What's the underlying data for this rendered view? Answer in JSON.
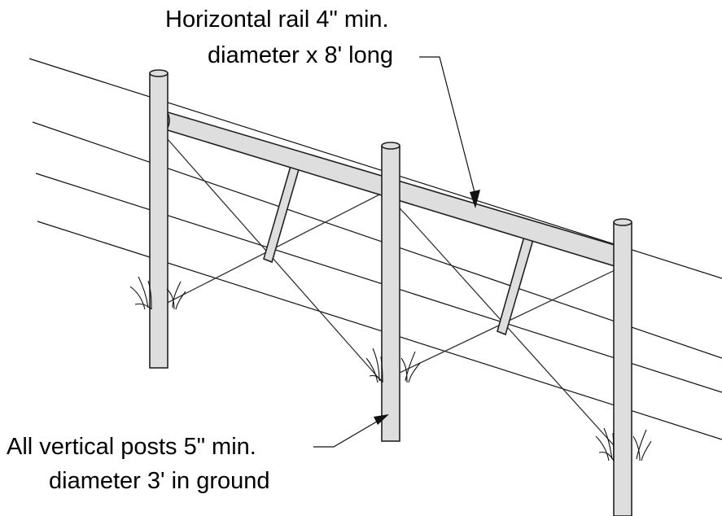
{
  "labels": {
    "rail_line1": "Horizontal rail 4\" min.",
    "rail_line2": "diameter x 8' long",
    "posts_line1": "All vertical posts 5\" min.",
    "posts_line2": "diameter 3' in ground"
  },
  "colors": {
    "member_fill": "#dedede",
    "outline": "#222222",
    "background": "#ffffff"
  }
}
